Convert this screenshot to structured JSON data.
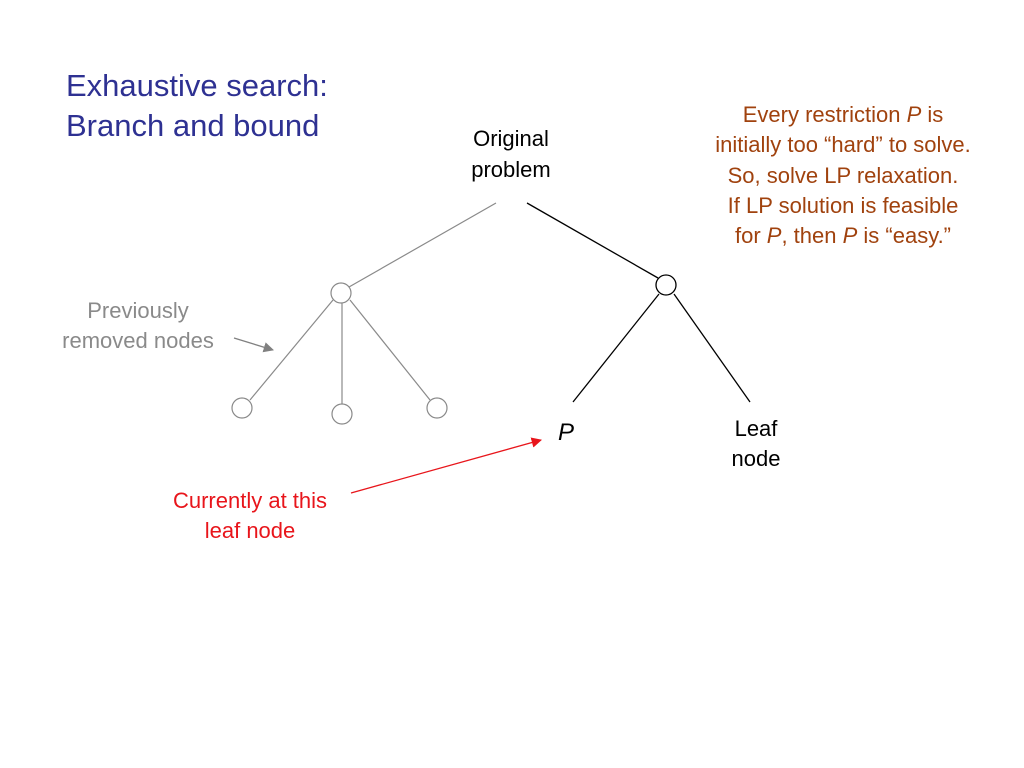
{
  "title": {
    "line1": "Exhaustive search:",
    "line2": "Branch and bound"
  },
  "root_label": {
    "line1": "Original",
    "line2": "problem"
  },
  "note": {
    "line1_a": "Every restriction ",
    "line1_var": "P",
    "line1_b": " is",
    "line2": "initially too “hard” to solve.",
    "line3": "So, solve LP relaxation.",
    "line4": "If LP solution is feasible",
    "line5_a": "for ",
    "line5_var1": "P",
    "line5_b": ", then ",
    "line5_var2": "P",
    "line5_c": " is “easy.”"
  },
  "previous_nodes_label": {
    "line1": "Previously",
    "line2": "removed nodes"
  },
  "p_label": "P",
  "leaf_label": {
    "line1": "Leaf",
    "line2": "node"
  },
  "current_label": {
    "line1": "Currently at this",
    "line2": "leaf node"
  },
  "colors": {
    "title": "#2e3192",
    "note": "#a0420e",
    "removed": "#8a8a8a",
    "current": "#e8151b",
    "active": "#000000"
  }
}
